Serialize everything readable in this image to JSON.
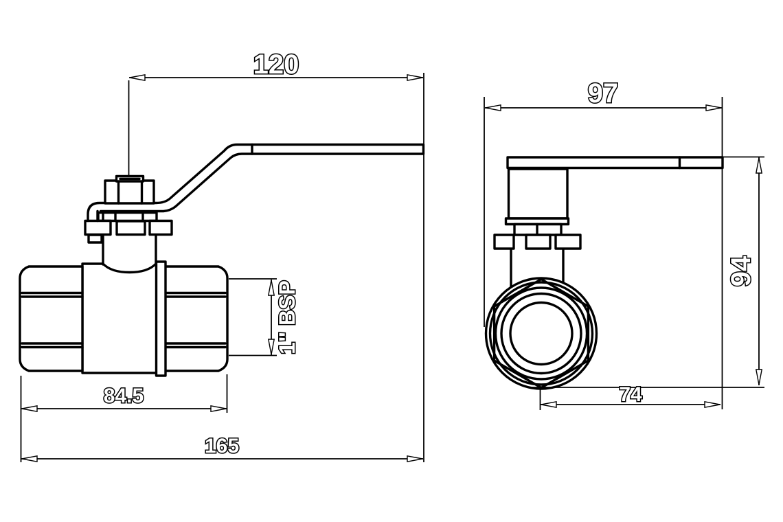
{
  "drawing": {
    "kind": "technical-drawing",
    "subject": "ball-valve-with-lever-handle",
    "colors": {
      "line": "#000000",
      "background": "#ffffff"
    },
    "views": [
      {
        "id": "side-view",
        "description": "valve side elevation with lever handle"
      },
      {
        "id": "end-view",
        "description": "valve end elevation showing hex and handle bar"
      }
    ]
  },
  "dimensions": {
    "handle_length": "120",
    "body_length": "84.5",
    "overall_length": "165",
    "port_thread": "1\" BSP",
    "end_view_width": "97",
    "end_view_height": "94",
    "center_to_handle_end": "74"
  }
}
